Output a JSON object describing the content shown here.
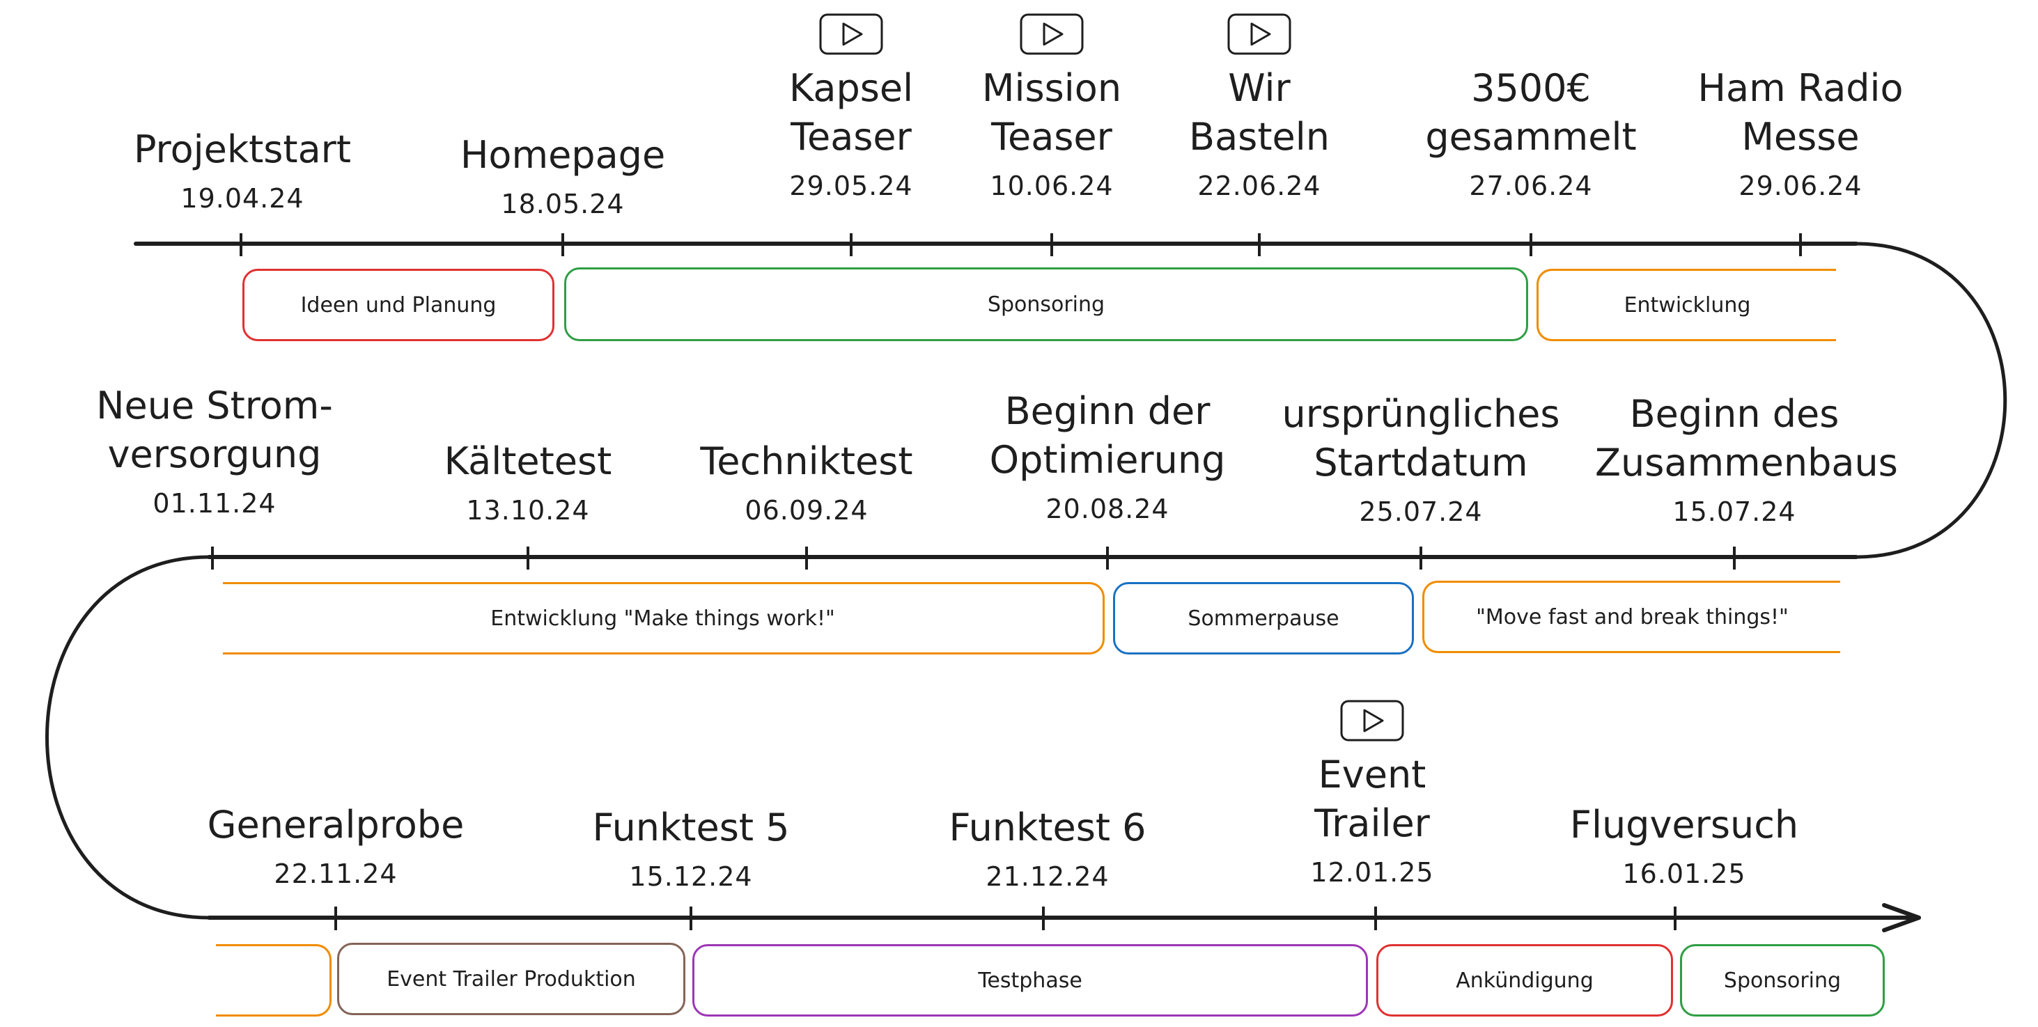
{
  "colors": {
    "line": "#1e1e1e",
    "red": "#e03131",
    "green": "#2f9e44",
    "orange": "#f08c00",
    "blue": "#1971c2",
    "brown": "#846358",
    "purple": "#9c36b5"
  },
  "icons": {
    "video": "play-button-icon"
  },
  "row1": {
    "milestones": [
      {
        "title": "Projektstart",
        "date": "19.04.24",
        "video": false
      },
      {
        "title": "Homepage",
        "date": "18.05.24",
        "video": false
      },
      {
        "title": "Kapsel\nTeaser",
        "date": "29.05.24",
        "video": true
      },
      {
        "title": "Mission\nTeaser",
        "date": "10.06.24",
        "video": true
      },
      {
        "title": "Wir\nBasteln",
        "date": "22.06.24",
        "video": true
      },
      {
        "title": "3500€\ngesammelt",
        "date": "27.06.24",
        "video": false
      },
      {
        "title": "Ham Radio\nMesse",
        "date": "29.06.24",
        "video": false
      }
    ],
    "phases": [
      {
        "label": "Ideen und Planung",
        "color": "red"
      },
      {
        "label": "Sponsoring",
        "color": "green"
      },
      {
        "label": "Entwicklung",
        "color": "orange"
      }
    ]
  },
  "row2": {
    "milestones": [
      {
        "title": "Neue Strom-\nversorgung",
        "date": "01.11.24",
        "video": false
      },
      {
        "title": "Kältetest",
        "date": "13.10.24",
        "video": false
      },
      {
        "title": "Techniktest",
        "date": "06.09.24",
        "video": false
      },
      {
        "title": "Beginn der\nOptimierung",
        "date": "20.08.24",
        "video": false
      },
      {
        "title": "ursprüngliches\nStartdatum",
        "date": "25.07.24",
        "video": false
      },
      {
        "title": "Beginn des\nZusammenbaus",
        "date": "15.07.24",
        "video": false
      }
    ],
    "phases": [
      {
        "label": "Entwicklung \"Make things work!\"",
        "color": "orange"
      },
      {
        "label": "Sommerpause",
        "color": "blue"
      },
      {
        "label": "\"Move fast and break things!\"",
        "color": "orange"
      }
    ]
  },
  "row3": {
    "milestones": [
      {
        "title": "Generalprobe",
        "date": "22.11.24",
        "video": false
      },
      {
        "title": "Funktest 5",
        "date": "15.12.24",
        "video": false
      },
      {
        "title": "Funktest 6",
        "date": "21.12.24",
        "video": false
      },
      {
        "title": "Event\nTrailer",
        "date": "12.01.25",
        "video": true
      },
      {
        "title": "Flugversuch",
        "date": "16.01.25",
        "video": false
      }
    ],
    "phases": [
      {
        "label": "",
        "color": "orange"
      },
      {
        "label": "Event Trailer Produktion",
        "color": "brown"
      },
      {
        "label": "Testphase",
        "color": "purple"
      },
      {
        "label": "Ankündigung",
        "color": "red"
      },
      {
        "label": "Sponsoring",
        "color": "green"
      }
    ]
  }
}
